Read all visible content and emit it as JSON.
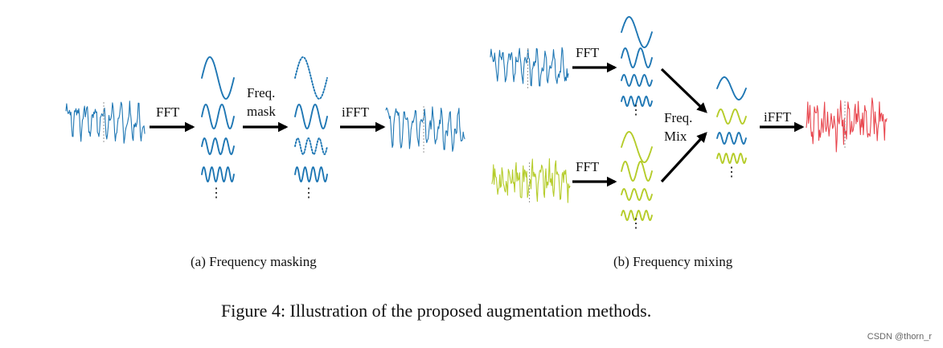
{
  "labels": {
    "fft": "FFT",
    "freq_mask_line1": "Freq.",
    "freq_mask_line2": "mask",
    "ifft": "iFFT",
    "freq_mix_line1": "Freq.",
    "freq_mix_line2": "Mix",
    "ellipsis": "⋮"
  },
  "captions": {
    "sub_a": "(a) Frequency masking",
    "sub_b": "(b) Frequency mixing",
    "figure": "Figure 4: Illustration of the proposed augmentation methods."
  },
  "watermark": "CSDN @thorn_r",
  "colors": {
    "blue": "#1f77b4",
    "green": "#b5cc2a",
    "red": "#e8464e",
    "arrow": "#000000",
    "dash": "#999999"
  }
}
